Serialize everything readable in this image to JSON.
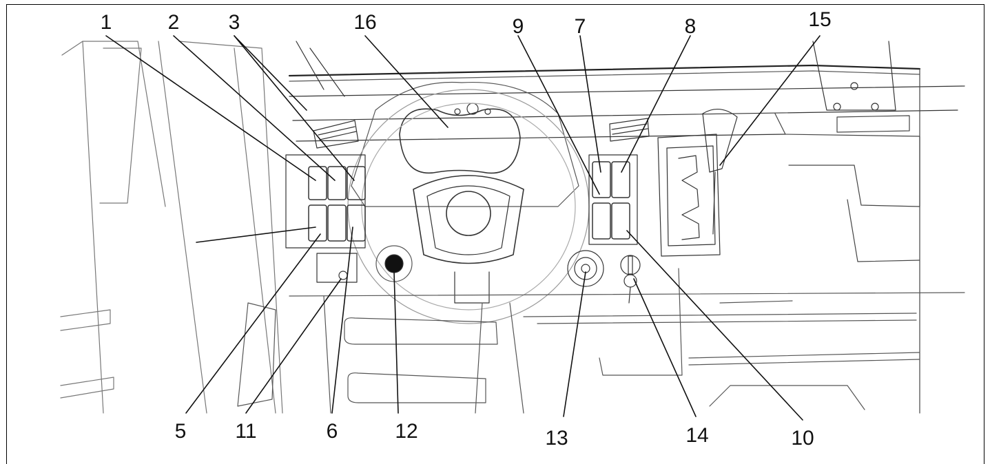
{
  "callouts": [
    "1",
    "2",
    "3",
    "16",
    "9",
    "7",
    "8",
    "15",
    "5",
    "11",
    "6",
    "12",
    "13",
    "14",
    "10"
  ],
  "icons": {
    "steering_wheel": "steering-wheel-icon",
    "instrument_cluster": "instrument-cluster-icon",
    "gear_shifter": "gear-shift-icon",
    "ignition": "ignition-key-icon"
  }
}
